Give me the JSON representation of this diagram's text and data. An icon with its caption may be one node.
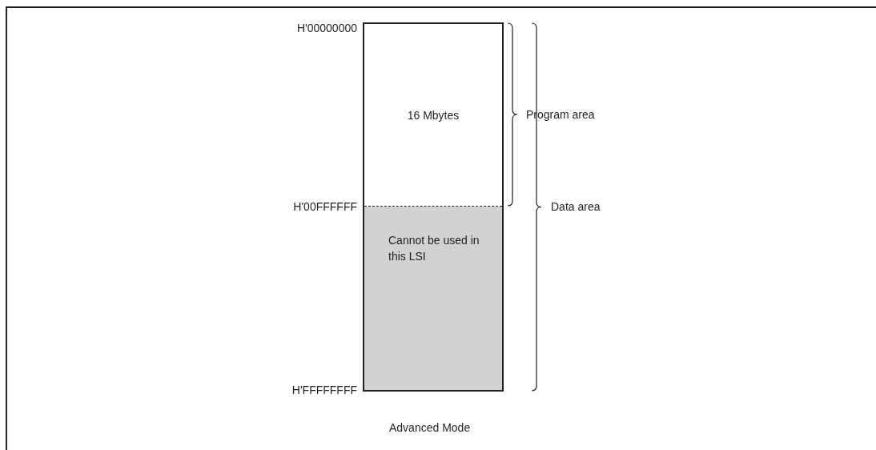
{
  "diagram": {
    "caption": "Advanced Mode",
    "nodes": [
      {
        "text": [
          "16 Mbytes"
        ]
      },
      {
        "text": [
          "Cannot be used in this LSI"
        ]
      }
    ],
    "labels": [
      "H'00000000",
      "Program area",
      "H'00FFFFFF",
      "Data area",
      "H'FFFFFFFF"
    ]
  }
}
